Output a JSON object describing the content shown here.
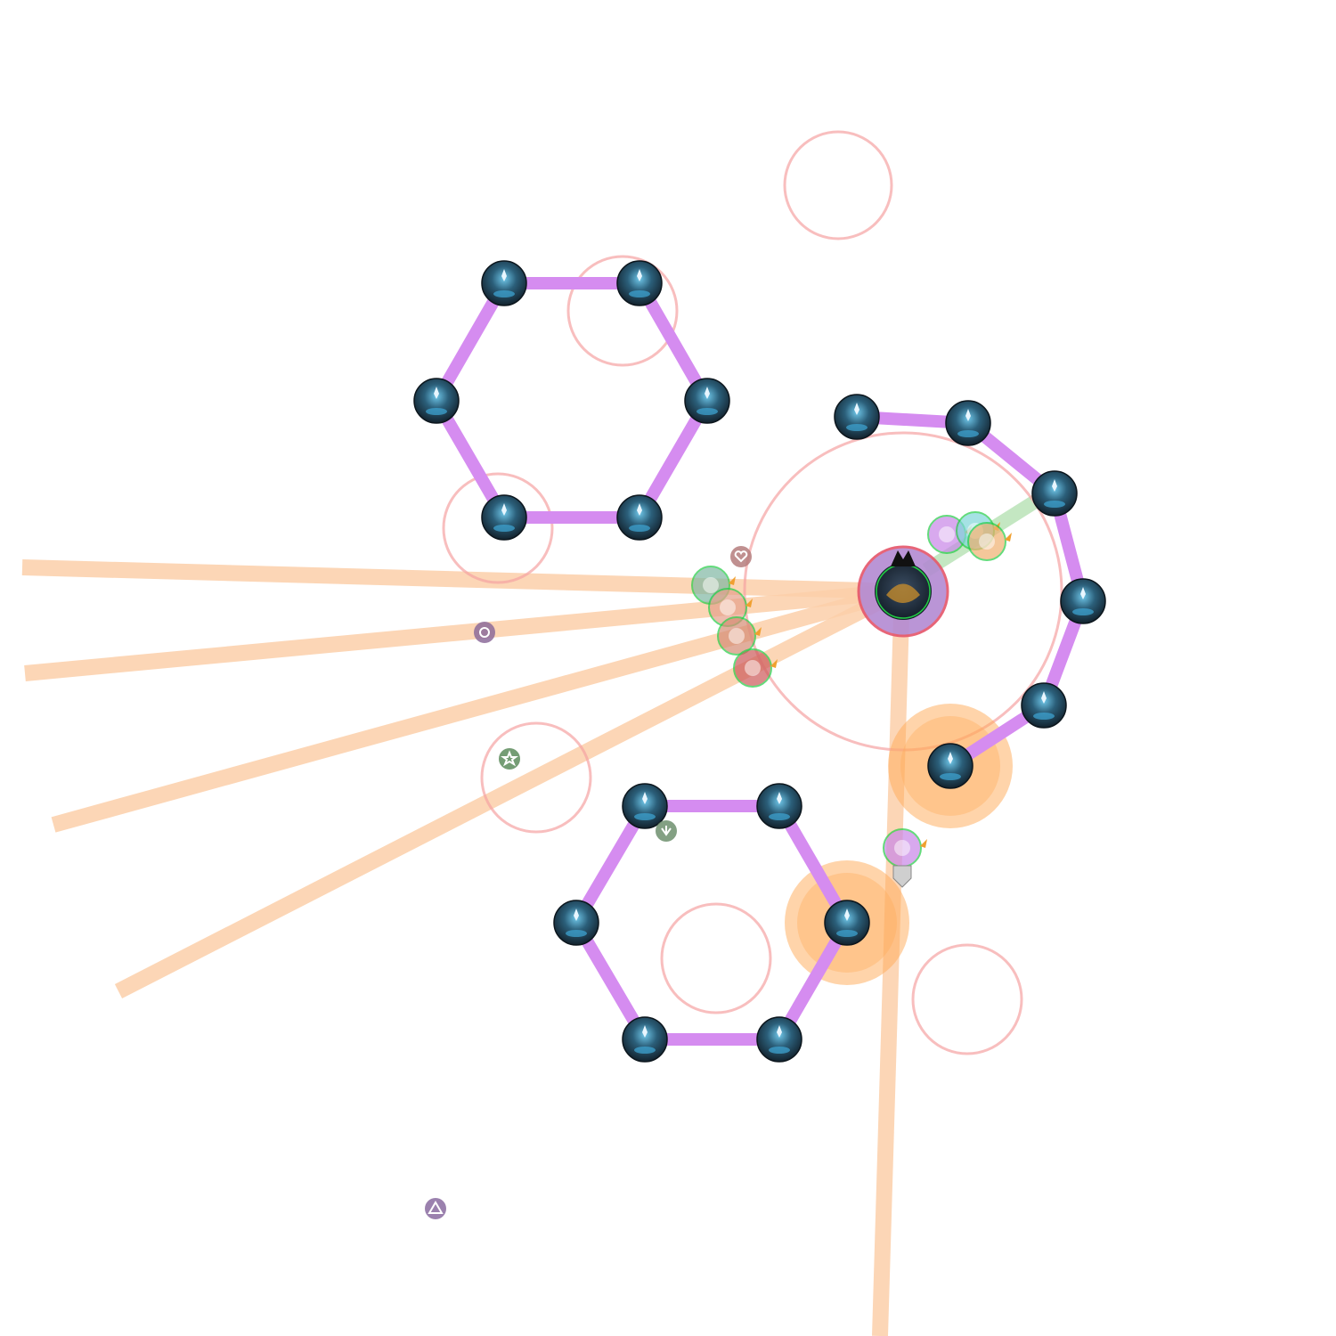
{
  "scene": {
    "background": "#ffffff",
    "colors": {
      "tether": "#d58cf0",
      "aoe_ring": "#f5a3a3",
      "beam": "#fcd0aa",
      "puddle": "#ffa955",
      "ally_ring": "#22cc44",
      "boss_ring": "#e5556a",
      "orb_dark": "#1d3140",
      "orb_glow": "#3fa6d6",
      "green_tether": "#9dd89b"
    },
    "entities": {
      "boss": "boss-dragon",
      "orbs": "crystal-orb",
      "party": [
        "paladin-icon",
        "warrior-icon",
        "monk-icon",
        "dragoon-icon",
        "astrologian-icon",
        "sage-icon",
        "white-mage-icon",
        "astrologian-icon"
      ],
      "markers": [
        "waymark-heart",
        "waymark-circle",
        "waymark-star",
        "waymark-arrow",
        "waymark-triangle",
        "waymark-down"
      ]
    }
  }
}
